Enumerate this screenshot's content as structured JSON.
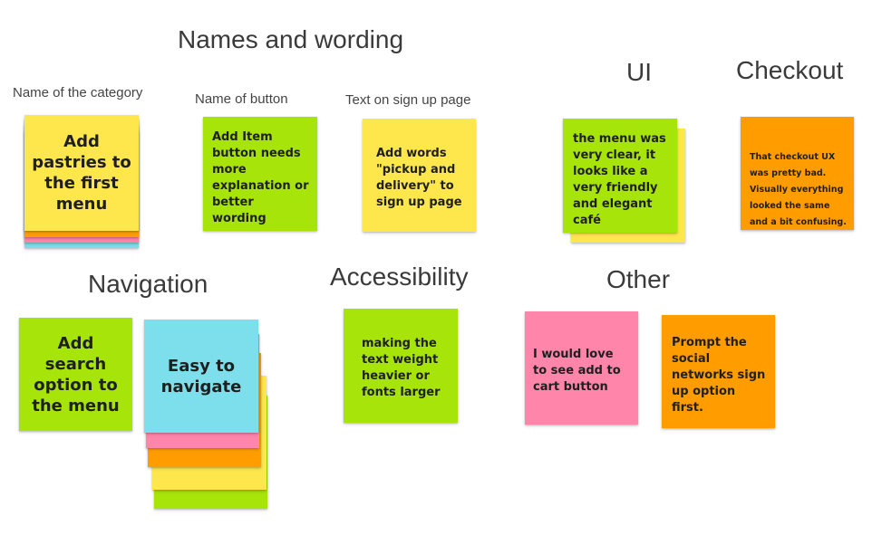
{
  "board": {
    "headings": {
      "names": "Names and  wording",
      "ui": "UI",
      "checkout": "Checkout",
      "navigation": "Navigation",
      "accessibility": "Accessibility",
      "other": "Other"
    },
    "labels": {
      "category": "Name of the category",
      "button": "Name of button",
      "signup": "Text on sign up page"
    },
    "notes": {
      "pastries": "Add pastries to the first menu",
      "add_item": "Add Item button needs more explanation or better wording",
      "pickup": "Add words \"pickup and delivery\" to sign up page",
      "menu_clear": "the menu was very clear, it looks like a very friendly and elegant café",
      "checkout_ux": "That checkout UX was pretty bad. Visually everything looked the same and a bit confusing.",
      "search": "Add search option to the menu",
      "easy_nav": "Easy to navigate",
      "accessibility": "making the text weight heavier or fonts larger",
      "add_to_cart": "I would love to see add to cart button",
      "social": "Prompt the social networks sign up option first."
    },
    "colors": {
      "yellow": "#fde74c",
      "green": "#a6e40a",
      "pink": "#ff85ab",
      "orange": "#ff9d00",
      "cyan": "#7ddfeb"
    }
  }
}
